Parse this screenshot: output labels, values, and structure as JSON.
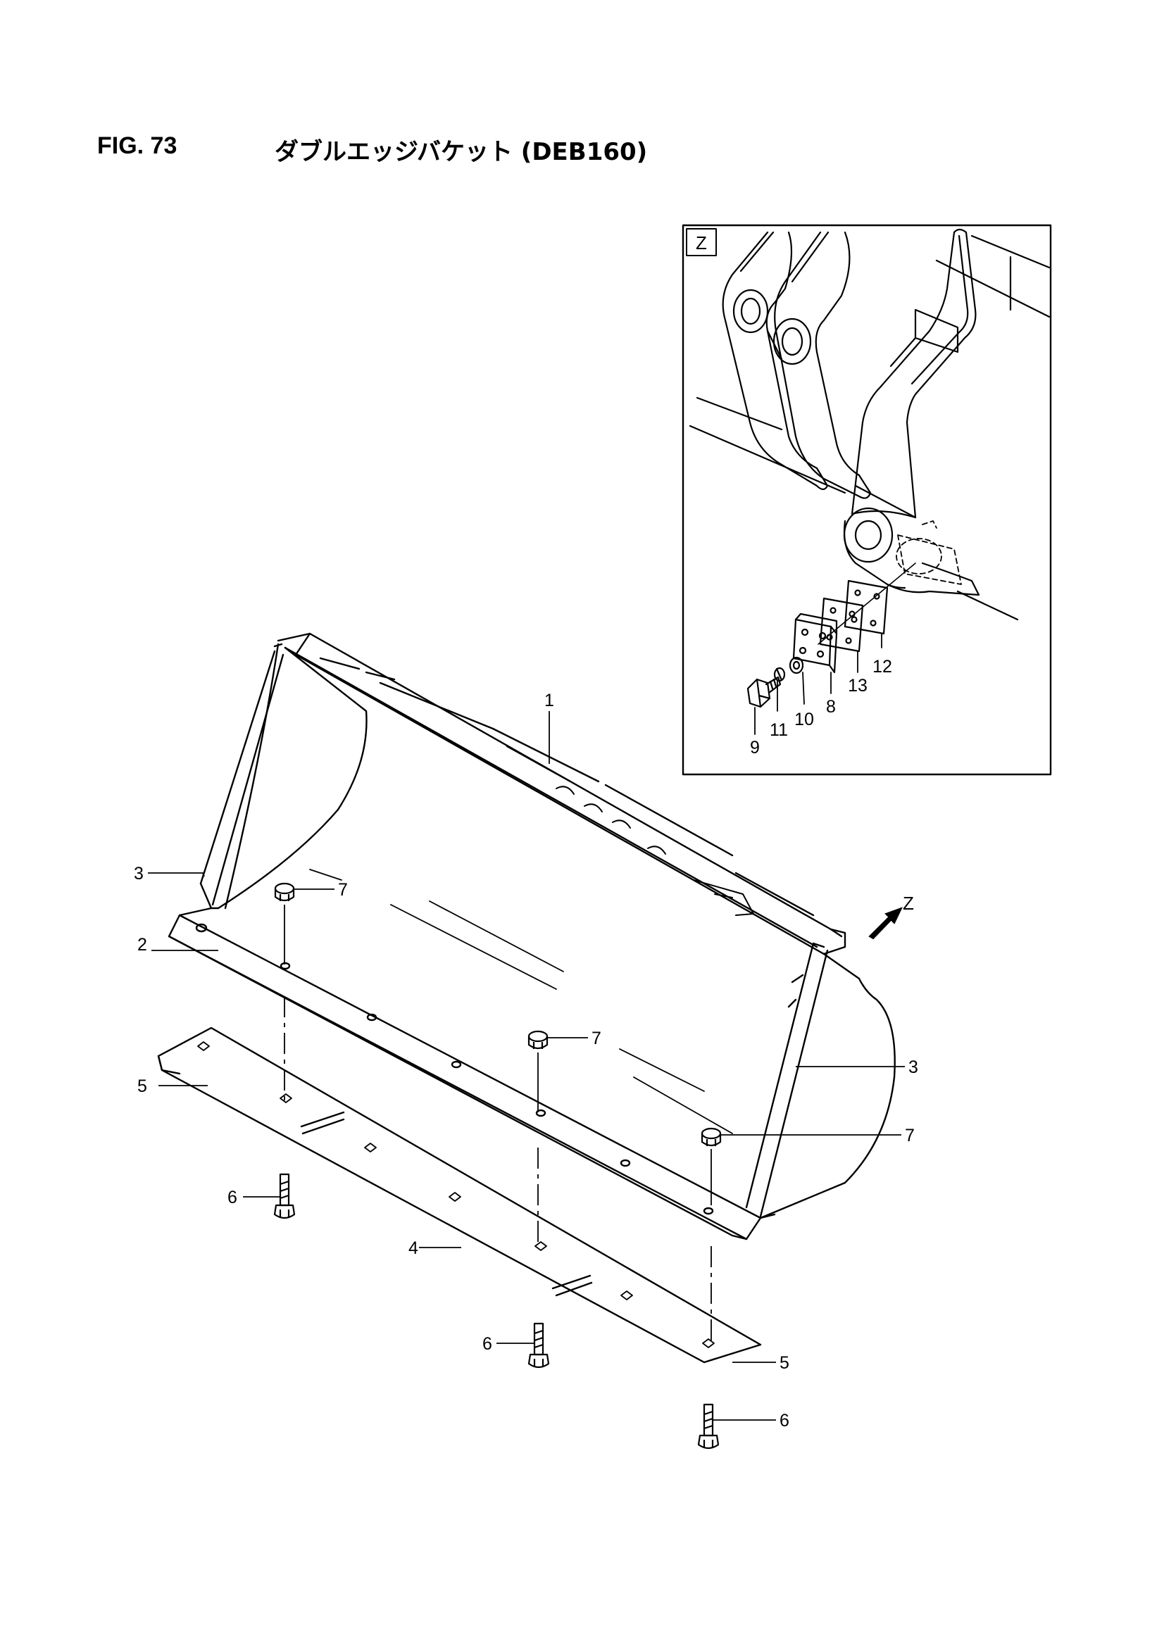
{
  "figure": {
    "number_label": "FIG. 73",
    "title": "ダブルエッジバケット (DEB160)"
  },
  "detail_view": {
    "label": "Z"
  },
  "view_arrow": {
    "label": "Z"
  },
  "callouts": {
    "c1": "1",
    "c2": "2",
    "c3_left": "3",
    "c3_right": "3",
    "c4": "4",
    "c5_left": "5",
    "c5_right": "5",
    "c6_left": "6",
    "c6_mid": "6",
    "c6_right": "6",
    "c7_left": "7",
    "c7_mid": "7",
    "c7_right": "7",
    "c8": "8",
    "c9": "9",
    "c10": "10",
    "c11": "11",
    "c12": "12",
    "c13": "13"
  }
}
